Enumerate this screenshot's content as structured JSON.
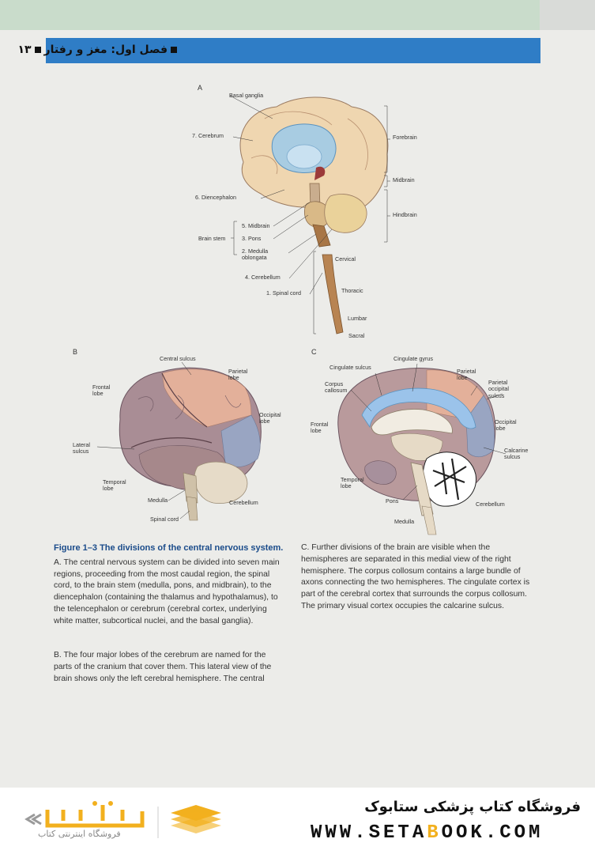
{
  "header": {
    "page_number": "۱۳",
    "chapter_title": "فصل اول: مغز و رفتار"
  },
  "figure": {
    "panel_a": {
      "letter": "A",
      "labels": {
        "basal_ganglia": "Basal ganglia",
        "cerebrum": "7. Cerebrum",
        "diencephalon": "6. Diencephalon",
        "midbrain": "5. Midbrain",
        "pons": "3. Pons",
        "medulla": "2. Medulla oblongata",
        "cerebellum": "4. Cerebellum",
        "spinal_cord": "1. Spinal cord",
        "brain_stem": "Brain stem",
        "forebrain": "Forebrain",
        "midbrain_region": "Midbrain",
        "hindbrain": "Hindbrain",
        "cervical": "Cervical",
        "thoracic": "Thoracic",
        "lumbar": "Lumbar",
        "sacral": "Sacral"
      }
    },
    "panel_b": {
      "letter": "B",
      "labels": {
        "central_sulcus": "Central sulcus",
        "parietal_lobe": "Parietal lobe",
        "frontal_lobe": "Frontal lobe",
        "occipital_lobe": "Occipital lobe",
        "lateral_sulcus": "Lateral sulcus",
        "temporal_lobe": "Temporal lobe",
        "medulla": "Medulla",
        "cerebellum": "Cerebellum",
        "spinal_cord": "Spinal cord"
      }
    },
    "panel_c": {
      "letter": "C",
      "labels": {
        "cingulate_sulcus": "Cingulate sulcus",
        "cingulate_gyrus": "Cingulate gyrus",
        "corpus_callosum": "Corpus callosum",
        "parietal_lobe": "Parietal lobe",
        "parietal_occipital_sulcus": "Parietal occipital sulcus",
        "frontal_lobe": "Frontal lobe",
        "occipital_lobe": "Occipital lobe",
        "calcarine_sulcus": "Calcarine sulcus",
        "temporal_lobe": "Temporal lobe",
        "pons": "Pons",
        "cerebellum": "Cerebellum",
        "medulla": "Medulla"
      }
    }
  },
  "caption": {
    "title": "Figure 1–3 The divisions of the central nervous system.",
    "para_a": "A. The central nervous system can be divided into seven main regions, proceeding from the most caudal region, the spinal cord, to the brain stem (medulla, pons, and midbrain), to the diencephalon (containing the thalamus and hypothalamus), to the telencephalon or cerebrum (cerebral cortex, underlying white matter, subcortical nuclei, and the basal ganglia).",
    "para_b": "B. The four major lobes of the cerebrum are named for the parts of the cranium that cover them. This lateral view of the brain shows only the left cerebral hemisphere. The central sulcus separates the frontal and parietal lobes. The lateral sulcus separates the frontal from the temporal lobes. The primary motor cortex occupies the gyrus immediately rostral to the central sulcus. The primary somatosensory cortex occupies the gyrus immediately caudal to the central sulcus.",
    "para_c": "C. Further divisions of the brain are visible when the hemispheres are separated in this medial view of the right hemisphere. The corpus collosum contains a large bundle of axons connecting the two hemispheres. The cingulate cortex is part of the cerebral cortex that surrounds the corpus collosum. The primary visual cortex occupies the calcarine sulcus."
  },
  "footer": {
    "store_name": "فروشگاه کتاب پزشکی ستابوک",
    "url_pre": "WWW.SETA",
    "url_b": "B",
    "url_post": "OOK.COM",
    "logo_text": "فروشگاه اینترنتی کتاب",
    "accent_color": "#f2b01e"
  }
}
